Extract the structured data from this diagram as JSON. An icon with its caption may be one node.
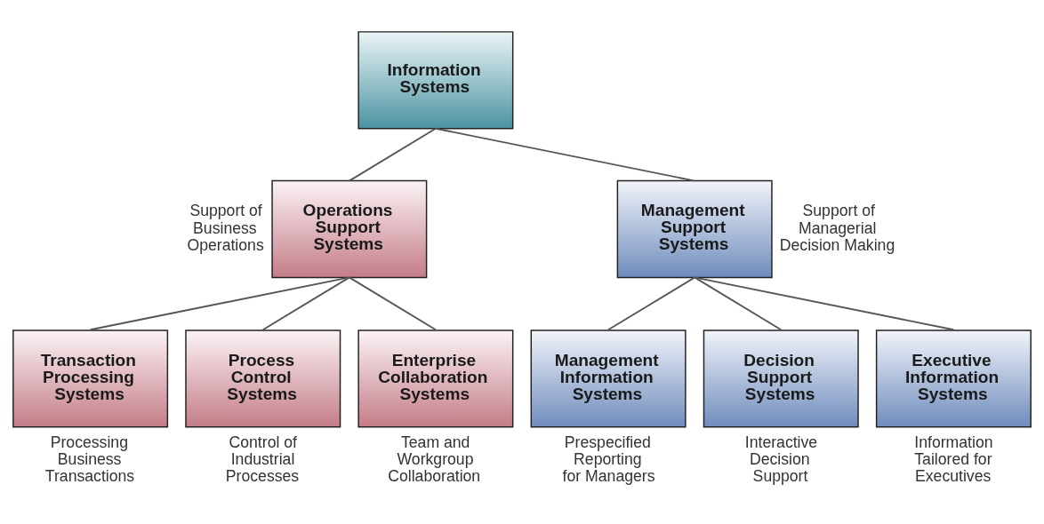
{
  "diagram": {
    "nodes": [
      {
        "text": [
          "Information Systems"
        ]
      },
      {
        "text": [
          "Operations Support Systems"
        ],
        "beside": [
          "Support of Business Operations"
        ]
      },
      {
        "text": [
          "Management Support Systems"
        ],
        "beside": [
          "Support of Managerial Decision Making"
        ]
      },
      {
        "text": [
          "Transaction Processing Systems"
        ],
        "beside": [
          "Processing Business Transactions"
        ]
      },
      {
        "text": [
          "Process Control Systems"
        ],
        "beside": [
          "Control of Industrial Processes"
        ]
      },
      {
        "text": [
          "Enterprise Collaboration Systems"
        ],
        "beside": [
          "Team and Workgroup Collaboration"
        ]
      },
      {
        "text": [
          "Management Information Systems"
        ],
        "beside": [
          "Prespecified Reporting for Managers"
        ]
      },
      {
        "text": [
          "Decision Support Systems"
        ],
        "beside": [
          "Interactive Decision Support"
        ]
      },
      {
        "text": [
          "Executive Information Systems"
        ],
        "beside": [
          "Information Tailored for Executives"
        ]
      }
    ],
    "edges": [
      {
        "from": 0,
        "to": 1,
        "arrow": "none"
      },
      {
        "from": 0,
        "to": 2,
        "arrow": "none"
      },
      {
        "from": 1,
        "to": 3,
        "arrow": "none"
      },
      {
        "from": 1,
        "to": 4,
        "arrow": "none"
      },
      {
        "from": 1,
        "to": 5,
        "arrow": "none"
      },
      {
        "from": 2,
        "to": 6,
        "arrow": "none"
      },
      {
        "from": 2,
        "to": 7,
        "arrow": "none"
      },
      {
        "from": 2,
        "to": 8,
        "arrow": "none"
      }
    ]
  }
}
